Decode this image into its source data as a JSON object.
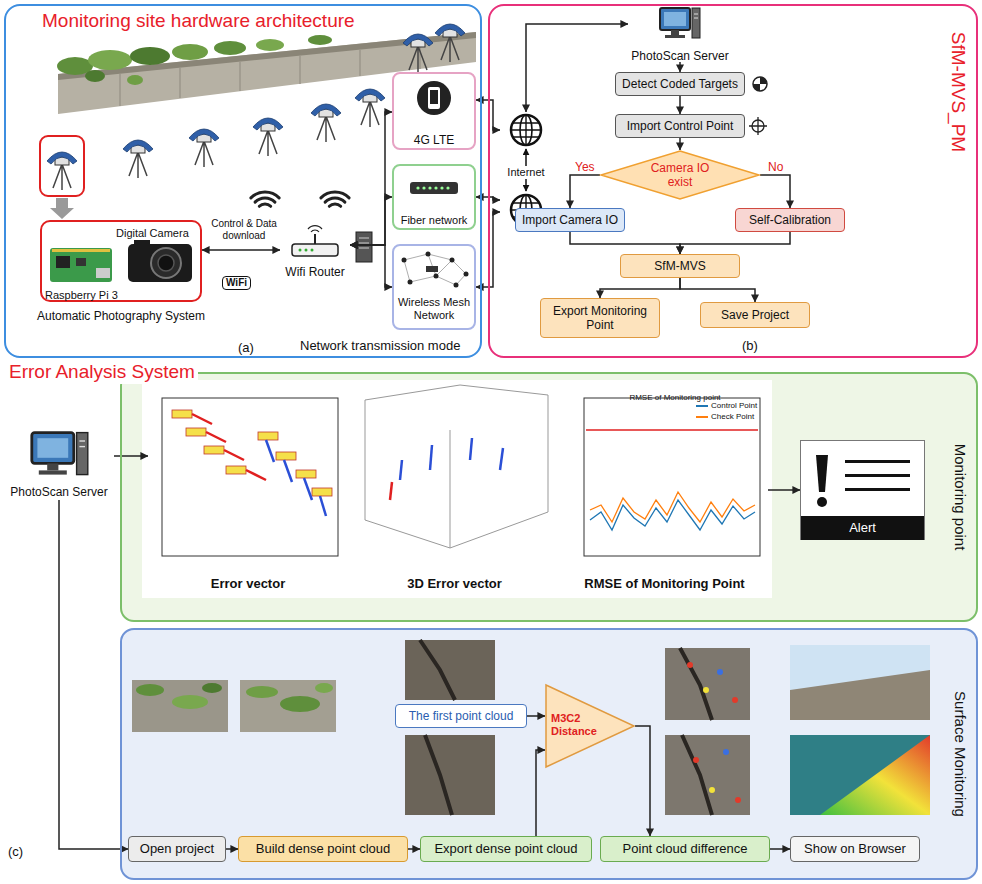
{
  "diagram": {
    "nodes": [
      {
        "text": [
          "Monitoring site hardware architecture"
        ]
      },
      {
        "text": [
          "Digital Camera",
          "Raspberry Pi 3",
          "Automatic Photography System"
        ],
        "in": 0
      },
      {
        "text": [
          "Wifi Router"
        ],
        "in": 0
      },
      {
        "text": [
          "4G LTE"
        ],
        "in": 0
      },
      {
        "text": [
          "Fiber network"
        ],
        "in": 0
      },
      {
        "text": [
          "Wireless Mesh Network"
        ],
        "in": 0
      },
      {
        "text": [
          "SfM-MVS_PM"
        ]
      },
      {
        "text": [
          "Internet"
        ],
        "in": 6
      },
      {
        "text": [
          "PhotoScan Server"
        ],
        "in": 6
      },
      {
        "text": [
          "Detect Coded Targets"
        ],
        "in": 6
      },
      {
        "text": [
          "Import Control Point"
        ],
        "in": 6
      },
      {
        "text": [
          "Camera IO exist"
        ],
        "in": 6
      },
      {
        "text": [
          "Import Camera IO"
        ],
        "in": 6
      },
      {
        "text": [
          "Self-Calibration"
        ],
        "in": 6
      },
      {
        "text": [
          "SfM-MVS"
        ],
        "in": 6
      },
      {
        "text": [
          "Export Monitoring Point"
        ],
        "in": 6
      },
      {
        "text": [
          "Save Project"
        ],
        "in": 6
      },
      {
        "text": [
          "PhotoScan Server"
        ]
      },
      {
        "text": [
          "Monitoring point"
        ]
      },
      {
        "text": [
          "Error vector"
        ],
        "in": 18
      },
      {
        "text": [
          "3D Error vector"
        ],
        "in": 18
      },
      {
        "text": [
          "RMSE of Monitoring Point"
        ],
        "in": 18
      },
      {
        "text": [
          "Alert"
        ],
        "in": 18
      },
      {
        "text": [
          "Surface Monitoring"
        ]
      },
      {
        "text": [
          "Open project"
        ],
        "in": 23
      },
      {
        "text": [
          "Build dense point cloud"
        ],
        "in": 23
      },
      {
        "text": [
          "Export dense point cloud"
        ],
        "in": 23
      },
      {
        "text": [
          "The first point cloud"
        ],
        "in": 23
      },
      {
        "text": [
          "M3C2 Distance"
        ],
        "in": 23
      },
      {
        "text": [
          "Point cloud difference"
        ],
        "in": 23
      },
      {
        "text": [
          "Show on Browser"
        ],
        "in": 23
      }
    ],
    "edges": [
      {
        "from": 1,
        "to": 2,
        "arrow": "both",
        "label": "Control & Data download"
      },
      {
        "from": 2,
        "to": 3,
        "arrow": "both"
      },
      {
        "from": 2,
        "to": 4,
        "arrow": "both"
      },
      {
        "from": 2,
        "to": 5,
        "arrow": "both"
      },
      {
        "from": 3,
        "to": 7,
        "arrow": "both"
      },
      {
        "from": 4,
        "to": 7,
        "arrow": "both"
      },
      {
        "from": 5,
        "to": 7,
        "arrow": "both"
      },
      {
        "from": 7,
        "to": 8,
        "arrow": "both"
      },
      {
        "from": 8,
        "to": 9,
        "arrow": "to"
      },
      {
        "from": 9,
        "to": 10,
        "arrow": "to"
      },
      {
        "from": 10,
        "to": 11,
        "arrow": "to"
      },
      {
        "from": 11,
        "to": 12,
        "arrow": "to",
        "label": "Yes"
      },
      {
        "from": 11,
        "to": 13,
        "arrow": "to",
        "label": "No"
      },
      {
        "from": 12,
        "to": 14,
        "arrow": "to"
      },
      {
        "from": 13,
        "to": 14,
        "arrow": "to"
      },
      {
        "from": 14,
        "to": 15,
        "arrow": "to"
      },
      {
        "from": 14,
        "to": 16,
        "arrow": "to"
      },
      {
        "from": 17,
        "to": 19,
        "arrow": "to"
      },
      {
        "from": 21,
        "to": 22,
        "arrow": "to"
      },
      {
        "from": 17,
        "to": 24,
        "arrow": "to"
      },
      {
        "from": 24,
        "to": 25,
        "arrow": "to"
      },
      {
        "from": 25,
        "to": 26,
        "arrow": "to"
      },
      {
        "from": 26,
        "to": 28,
        "arrow": "to"
      },
      {
        "from": 27,
        "to": 28,
        "arrow": "to"
      },
      {
        "from": 28,
        "to": 29,
        "arrow": "to"
      },
      {
        "from": 29,
        "to": 30,
        "arrow": "to"
      }
    ],
    "labels": [
      "(a)",
      "Network transmission mode",
      "WiFi",
      "(b)",
      "Error Analysis System",
      "RMSE of Monitoring point",
      "(c)"
    ],
    "legend": [
      {
        "text": "Control Point"
      },
      {
        "text": "Check Point"
      }
    ]
  }
}
